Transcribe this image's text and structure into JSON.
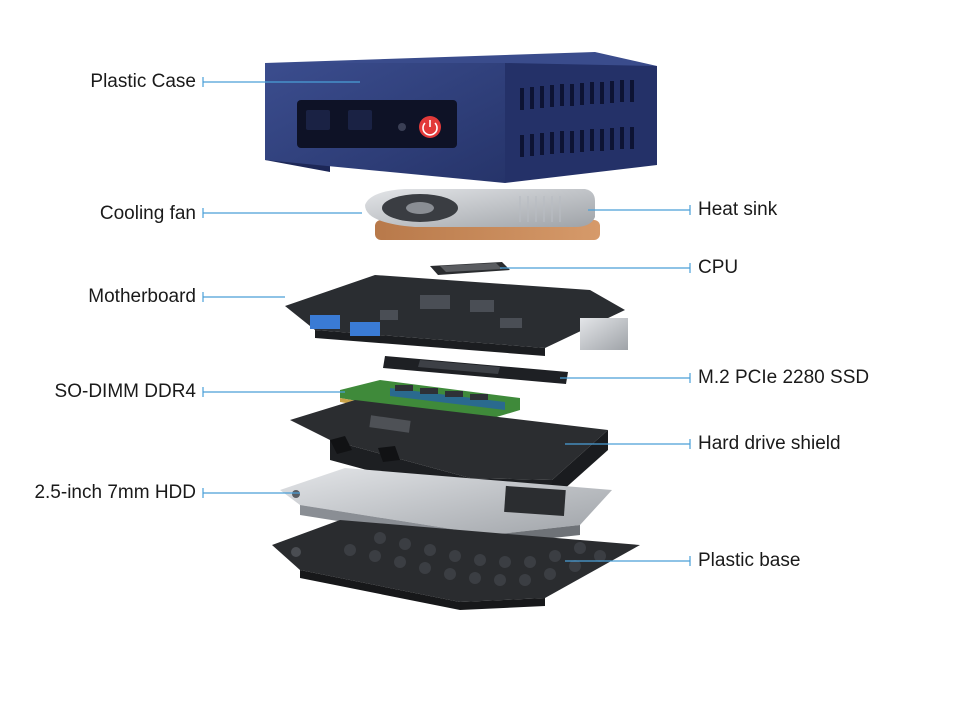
{
  "colors": {
    "leader_line": "#4a9fd8",
    "case_blue": "#2f3f78",
    "power_button": "#e23a3a",
    "pcb": "#2a2d31",
    "ram_green": "#3f8a3a",
    "shield": "#2b2d30",
    "base": "#2a2c2f"
  },
  "labels": {
    "plastic_case": "Plastic Case",
    "cooling_fan": "Cooling fan",
    "heat_sink": "Heat sink",
    "cpu": "CPU",
    "motherboard": "Motherboard",
    "ssd": "M.2 PCIe 2280 SSD",
    "ram": "SO-DIMM DDR4",
    "hd_shield": "Hard drive shield",
    "hdd": "2.5-inch 7mm HDD",
    "plastic_base": "Plastic base"
  }
}
